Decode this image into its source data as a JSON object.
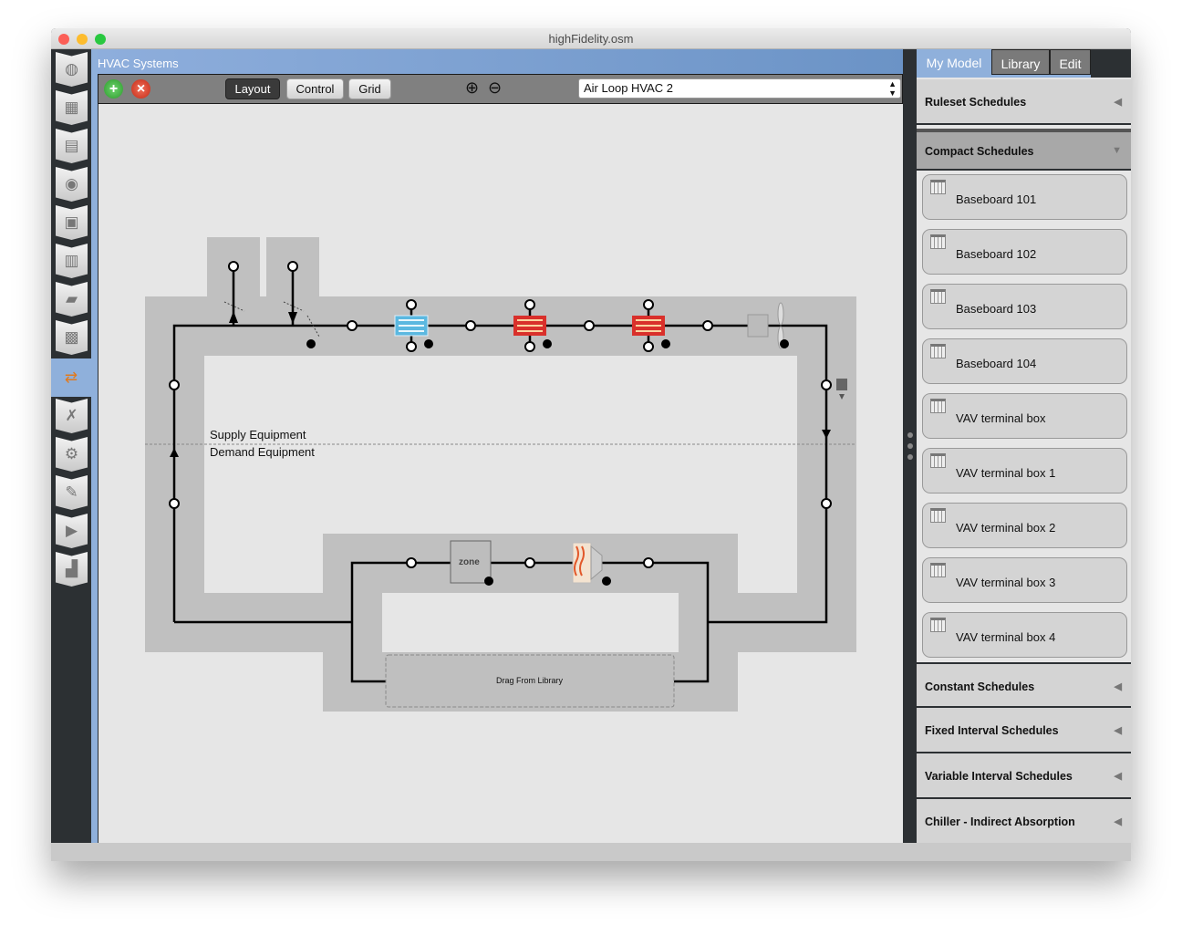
{
  "window": {
    "title": "highFidelity.osm"
  },
  "main": {
    "header": "HVAC Systems",
    "toolbar": {
      "layout": "Layout",
      "control": "Control",
      "grid": "Grid",
      "loop_select": "Air Loop HVAC 2"
    },
    "canvas": {
      "supply_label": "Supply Equipment",
      "demand_label": "Demand Equipment",
      "drop_zone": "Drag From Library",
      "zone_label": "zone"
    }
  },
  "right_panel": {
    "tabs": [
      "My Model",
      "Library",
      "Edit"
    ],
    "sections": {
      "ruleset": "Ruleset Schedules",
      "compact": "Compact Schedules",
      "constant": "Constant Schedules",
      "fixed": "Fixed Interval Schedules",
      "variable": "Variable Interval Schedules",
      "chiller": "Chiller - Indirect Absorption"
    },
    "compact_items": [
      "Baseboard 101",
      "Baseboard 102",
      "Baseboard 103",
      "Baseboard 104",
      "VAV terminal box",
      "VAV terminal box 1",
      "VAV terminal box 2",
      "VAV terminal box 3",
      "VAV terminal box 4"
    ]
  },
  "colors": {
    "accent": "#8fb0db",
    "dark": "#2c3033",
    "band": "#c0c0c0",
    "canvas": "#e6e6e6"
  }
}
